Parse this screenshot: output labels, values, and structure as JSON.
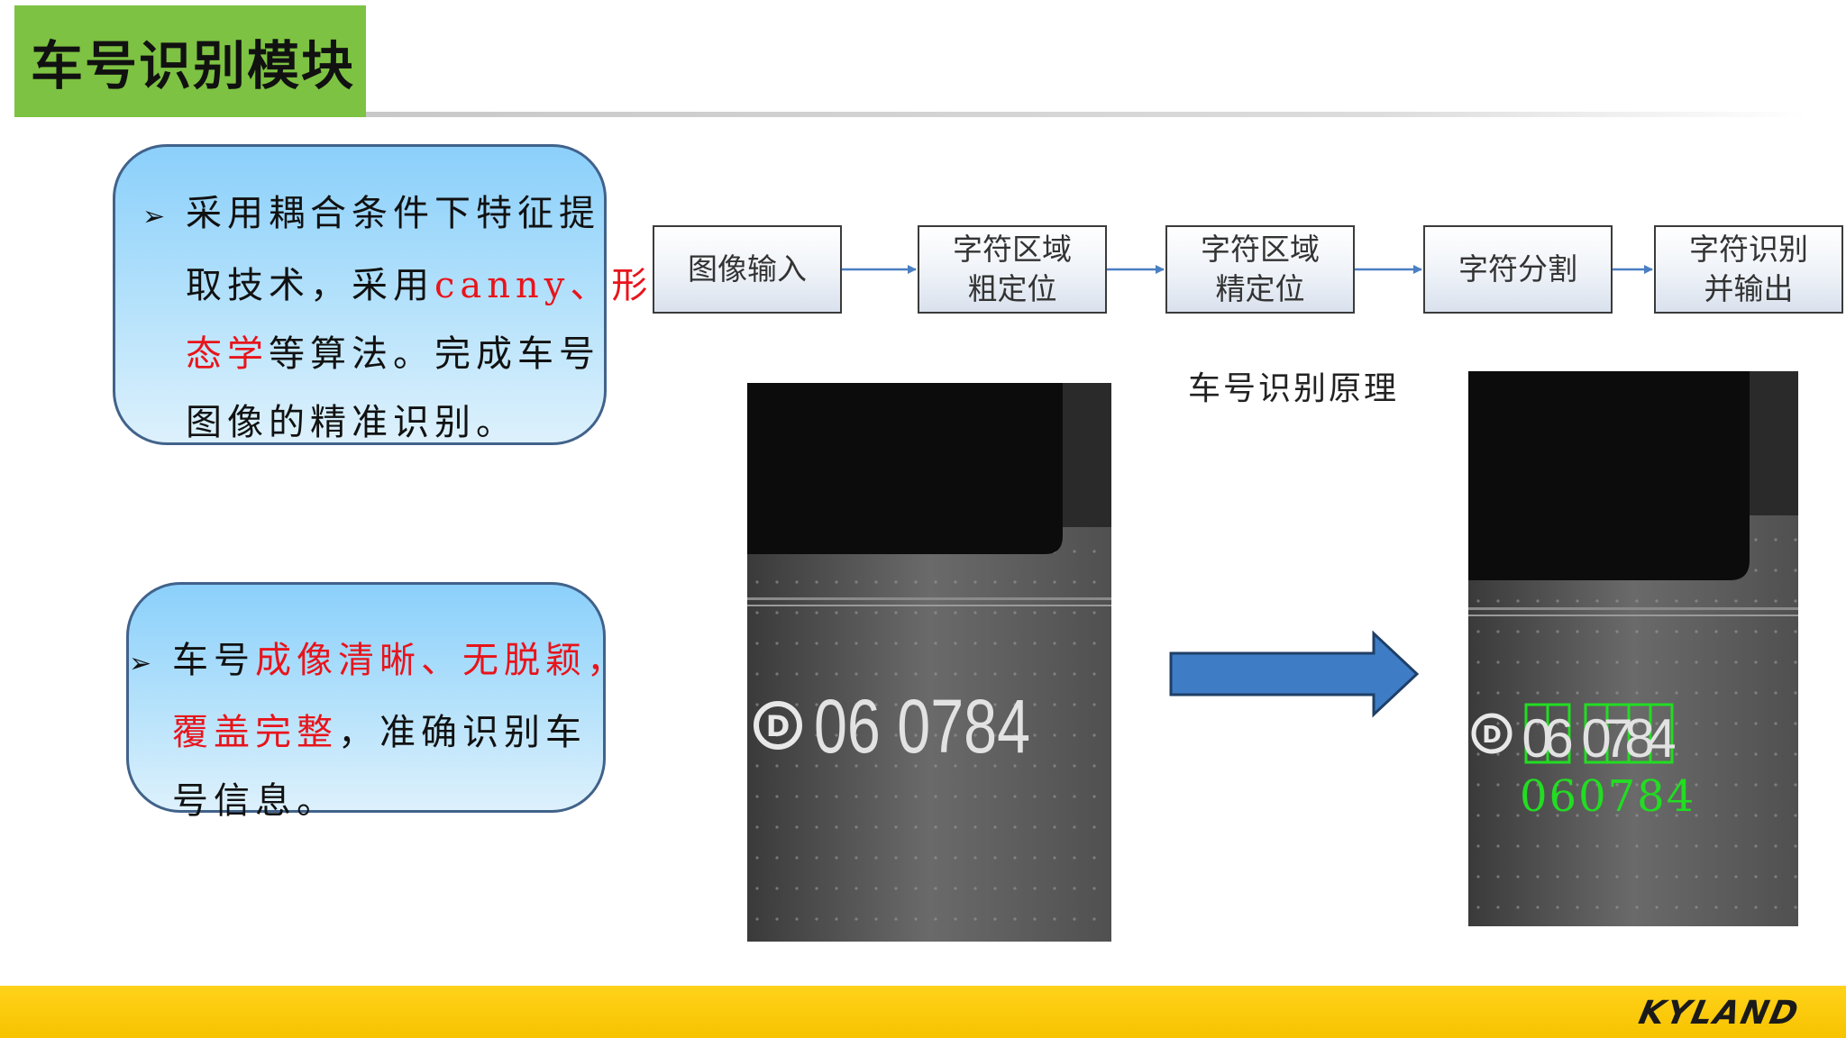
{
  "title": "车号识别模块",
  "bullet_symbol": "➢",
  "box1": {
    "line1": "采用耦合条件下特征提",
    "line2_a": "取技术，采用",
    "line2_red": "canny、形",
    "line3_red": "态学",
    "line3_b": "等算法。完成车号",
    "line4": "图像的精准识别。"
  },
  "box2": {
    "line1_a": "车号",
    "line1_red": "成像清晰、无脱颖，",
    "line2_red": "覆盖完整",
    "line2_b": "，准确识别车",
    "line3": "号信息。"
  },
  "flow": [
    "图像输入",
    "字符区域\n粗定位",
    "字符区域\n精定位",
    "字符分割",
    "字符识别\n并输出"
  ],
  "caption": "车号识别原理",
  "left_image": {
    "number_text": "06 0784"
  },
  "right_image": {
    "boxed_digits": [
      "0",
      "6",
      "0",
      "7",
      "8",
      "4"
    ],
    "recognized_text": "060784"
  },
  "logo": "KYLAND",
  "colors": {
    "title_bg": "#7dc242",
    "highlight_red": "#e8141b",
    "arrow_blue": "#3e7cc6",
    "detect_green": "#22dd22",
    "footer": "#f7c300"
  }
}
